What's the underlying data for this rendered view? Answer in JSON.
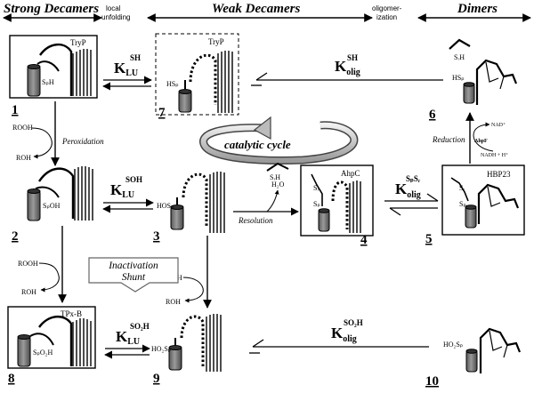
{
  "headers": {
    "strong_decamers": "Strong Decamers",
    "local_unfolding_1": "local",
    "local_unfolding_2": "unfolding",
    "weak_decamers": "Weak Decamers",
    "oligomerization_1": "oligomer-",
    "oligomerization_2": "ization",
    "dimers": "Dimers"
  },
  "states": {
    "s1": {
      "number": "1",
      "box_label": "TryP",
      "site": "SₚH"
    },
    "s2": {
      "number": "2",
      "site": "SₚOH"
    },
    "s3": {
      "number": "3",
      "site": "HOSₚ"
    },
    "s4": {
      "number": "4",
      "box_label": "AhpC",
      "site_r": "Sᵣ",
      "site_p": "Sₚ"
    },
    "s5": {
      "number": "5",
      "box_label": "HBP23",
      "site_r": "Sᵣ",
      "site_p": "Sₚ"
    },
    "s6": {
      "number": "6",
      "site_r": "SᵣH",
      "site_p": "HSₚ"
    },
    "s7": {
      "number": "7",
      "box_label": "TryP",
      "site": "HSₚ"
    },
    "s8": {
      "number": "8",
      "box_label": "TPx-B",
      "site": "SₚO₂H"
    },
    "s9": {
      "number": "9",
      "site": "HO₂Sₚ"
    },
    "s10": {
      "number": "10",
      "site": "HO₂Sₚ"
    }
  },
  "constants": {
    "k_lu_sh": {
      "main": "K",
      "sub": "LU",
      "sup": "SH"
    },
    "k_olig_sh": {
      "main": "K",
      "sub": "olig",
      "sup": "SH"
    },
    "k_lu_soh": {
      "main": "K",
      "sub": "LU",
      "sup": "SOH"
    },
    "k_olig_spsr": {
      "main": "K",
      "sub": "olig",
      "sup": "SₚSᵣ"
    },
    "k_lu_so2h": {
      "main": "K",
      "sub": "LU",
      "sup": "SO₂H"
    },
    "k_olig_so2h": {
      "main": "K",
      "sub": "olig",
      "sup": "SO₂H"
    }
  },
  "labels": {
    "peroxidation": "Peroxidation",
    "rooh_1": "ROOH",
    "roh_1": "ROH",
    "rooh_2": "ROOH",
    "roh_2": "ROH",
    "rooh_3": "ROOH",
    "roh_3": "ROH",
    "srh_4": "SᵣH",
    "h2o": "H₂O",
    "resolution": "Resolution",
    "catalytic_cycle": "catalytic cycle",
    "reduction": "Reduction",
    "nad": "NAD⁺",
    "ahpf": "AhpF",
    "nadh": "NADH + H⁺",
    "inactivation_1": "Inactivation",
    "inactivation_2": "Shunt"
  }
}
